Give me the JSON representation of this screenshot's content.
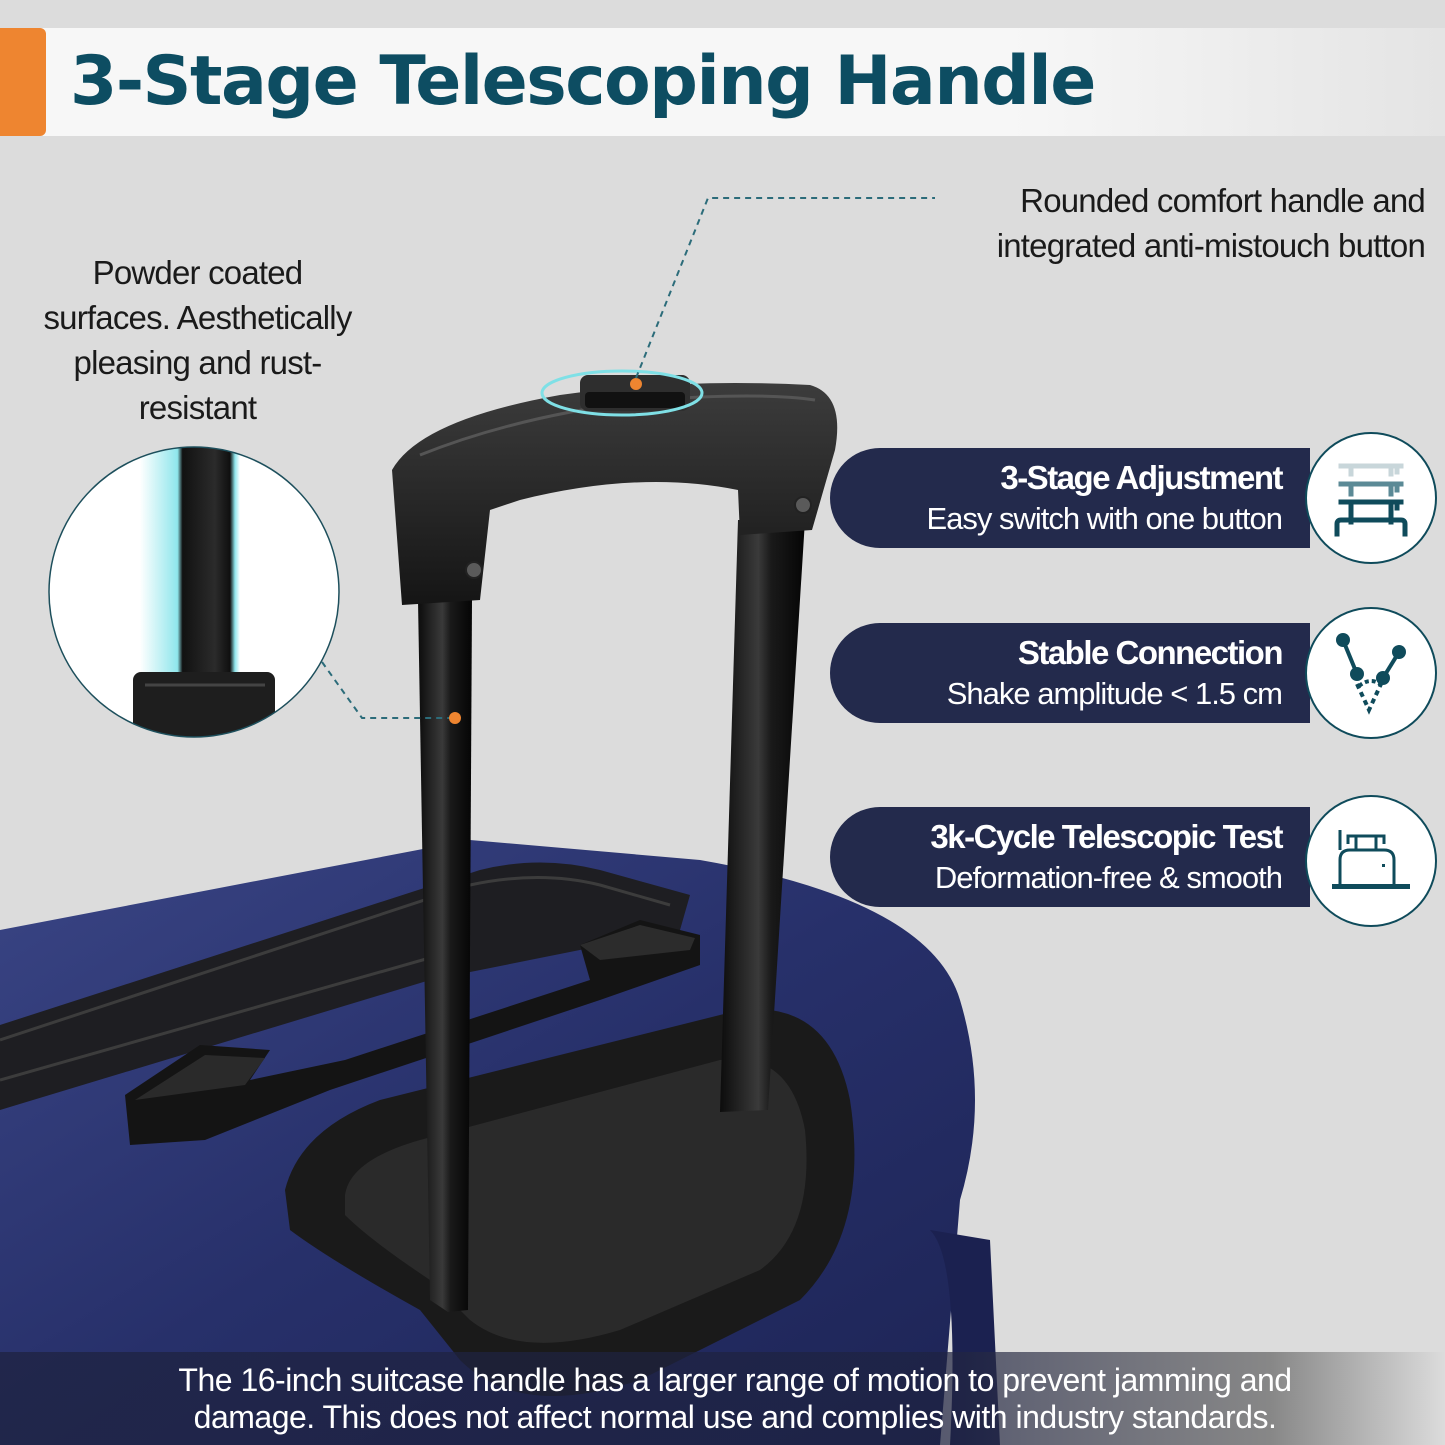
{
  "header": {
    "title": "3-Stage Telescoping Handle",
    "accent_color": "#ee8530",
    "title_color": "#0d4d62"
  },
  "callouts": {
    "left": {
      "lines": [
        "Powder coated",
        "surfaces. Aesthetically",
        "pleasing and rust-",
        "resistant"
      ],
      "image": "powder-coated-tube-closeup"
    },
    "top": {
      "lines": [
        "Rounded comfort handle and",
        "integrated anti-mistouch button"
      ],
      "image": "handle-release-button"
    }
  },
  "features": [
    {
      "title": "3-Stage Adjustment",
      "subtitle": "Easy switch with one button",
      "icon": "three-stage-handle-icon"
    },
    {
      "title": "Stable Connection",
      "subtitle": "Shake amplitude < 1.5 cm",
      "icon": "swing-angle-icon"
    },
    {
      "title": "3k-Cycle Telescopic Test",
      "subtitle": "Deformation-free & smooth",
      "icon": "telescopic-test-icon"
    }
  ],
  "footer": {
    "lines": [
      "The 16-inch suitcase handle has a larger range of motion to prevent jamming and",
      "damage. This does not affect normal use and complies with industry standards."
    ]
  },
  "colors": {
    "background": "#dcdcdc",
    "feature_pill": "#232a4c",
    "icon_stroke": "#0f4b5b",
    "suitcase_navy": "#2a3470",
    "marker_orange": "#ee8530",
    "highlight_cyan": "#7fe0e6"
  }
}
